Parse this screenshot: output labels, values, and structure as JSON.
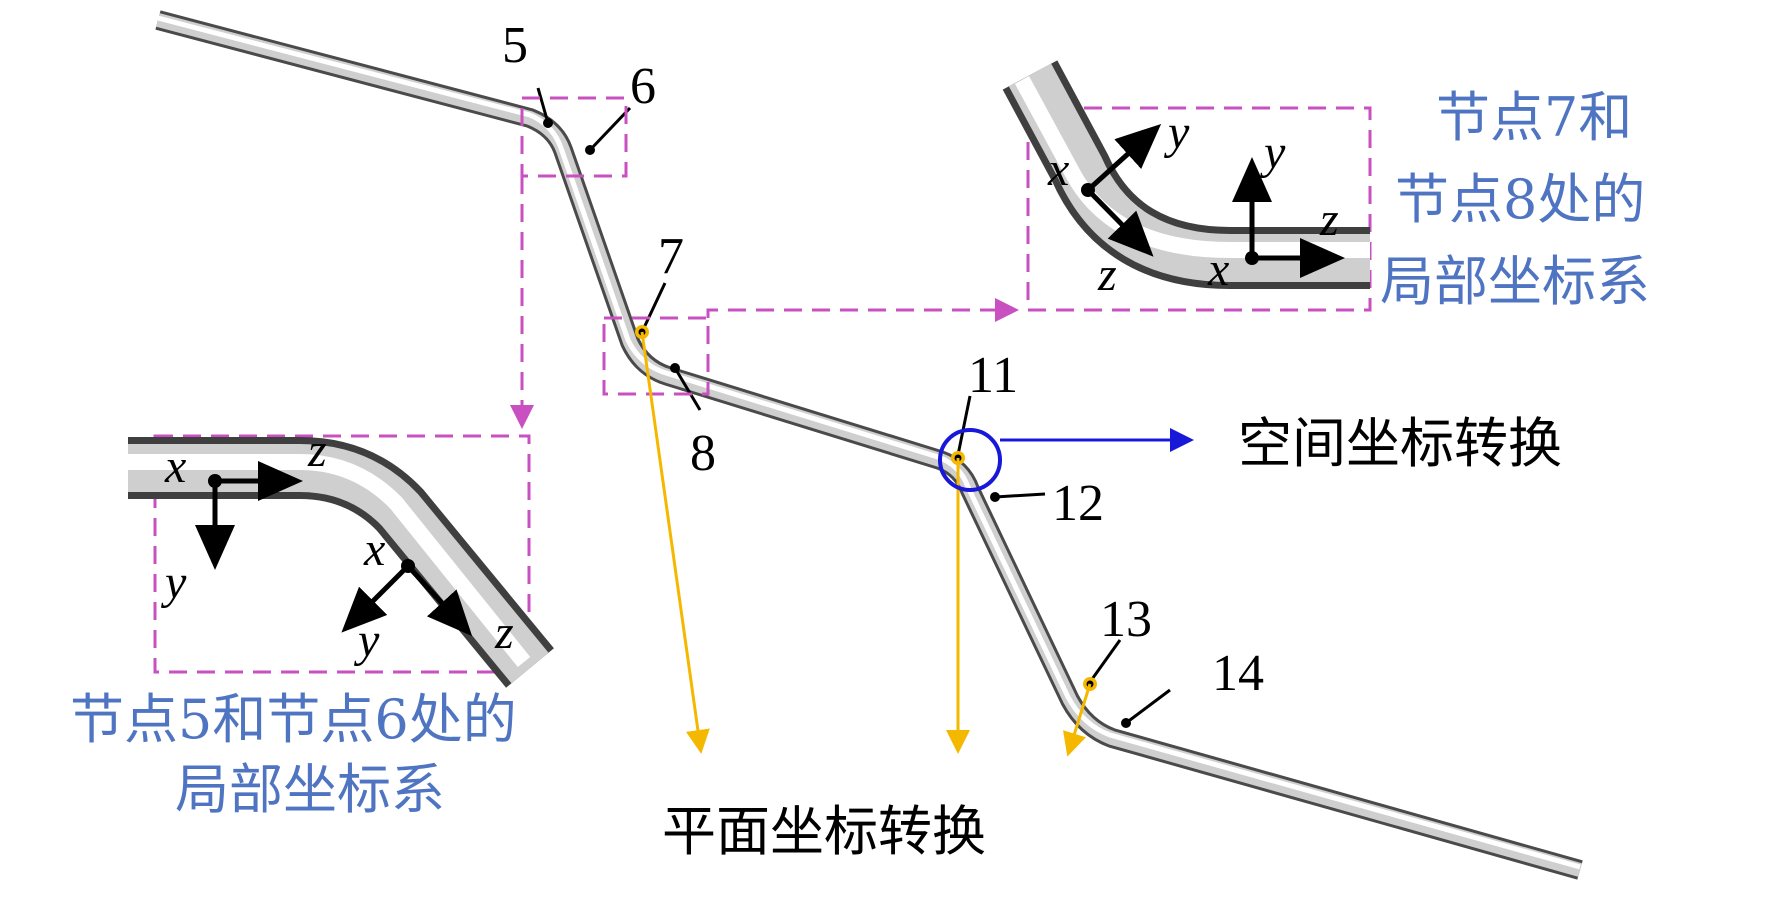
{
  "node_labels": {
    "n5": "5",
    "n6": "6",
    "n7": "7",
    "n8": "8",
    "n11": "11",
    "n12": "12",
    "n13": "13",
    "n14": "14"
  },
  "inset_left": {
    "caption_line1": "节点5和节点6处的",
    "caption_line2": "局部坐标系",
    "axes_a": {
      "x": "x",
      "y": "y",
      "z": "z"
    },
    "axes_b": {
      "x": "x",
      "y": "y",
      "z": "z"
    }
  },
  "inset_right": {
    "caption_line1": "节点7和",
    "caption_line2": "节点8处的",
    "caption_line3": "局部坐标系",
    "axes_a": {
      "x": "x",
      "y": "y",
      "z": "z"
    },
    "axes_b": {
      "x": "x",
      "y": "y",
      "z": "z"
    }
  },
  "space_transform": "空间坐标转换",
  "plane_transform": "平面坐标转换",
  "colors": {
    "magenta_dash": "#c850c0",
    "orange": "#f5b800",
    "blue": "#1818d8",
    "caption_blue": "#4f74c2",
    "pipe_mid": "#d8d8d8"
  }
}
